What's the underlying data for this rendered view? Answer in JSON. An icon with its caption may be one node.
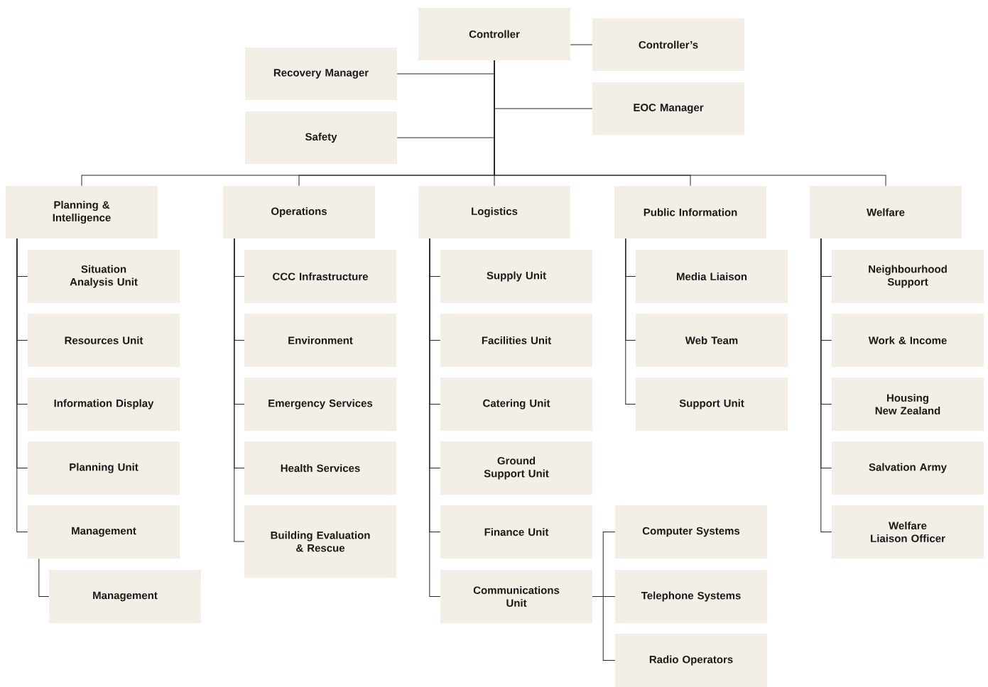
{
  "diagram": {
    "nodes": [
      {
        "text": [
          "Controller"
        ]
      },
      {
        "text": [
          "Controller’s"
        ]
      },
      {
        "text": [
          "Recovery Manager"
        ]
      },
      {
        "text": [
          "EOC Manager"
        ]
      },
      {
        "text": [
          "Safety"
        ]
      },
      {
        "text": [
          "Planning & Intelligence"
        ]
      },
      {
        "text": [
          "Operations"
        ]
      },
      {
        "text": [
          "Logistics"
        ]
      },
      {
        "text": [
          "Public Information"
        ]
      },
      {
        "text": [
          "Welfare"
        ]
      },
      {
        "text": [
          "Situation Analysis Unit"
        ]
      },
      {
        "text": [
          "Resources Unit"
        ]
      },
      {
        "text": [
          "Information Display"
        ]
      },
      {
        "text": [
          "Planning Unit"
        ]
      },
      {
        "text": [
          "Management"
        ]
      },
      {
        "text": [
          "Management"
        ]
      },
      {
        "text": [
          "CCC Infrastructure"
        ]
      },
      {
        "text": [
          "Environment"
        ]
      },
      {
        "text": [
          "Emergency Services"
        ]
      },
      {
        "text": [
          "Health Services"
        ]
      },
      {
        "text": [
          "Building Evaluation & Rescue"
        ]
      },
      {
        "text": [
          "Supply Unit"
        ]
      },
      {
        "text": [
          "Facilities Unit"
        ]
      },
      {
        "text": [
          "Catering Unit"
        ]
      },
      {
        "text": [
          "Ground Support Unit"
        ]
      },
      {
        "text": [
          "Finance Unit"
        ]
      },
      {
        "text": [
          "Communications Unit"
        ]
      },
      {
        "text": [
          "Media Liaison"
        ]
      },
      {
        "text": [
          "Web Team"
        ]
      },
      {
        "text": [
          "Support Unit"
        ]
      },
      {
        "text": [
          "Neighbourhood Support"
        ]
      },
      {
        "text": [
          "Work & Income"
        ]
      },
      {
        "text": [
          "Housing New Zealand"
        ]
      },
      {
        "text": [
          "Salvation Army"
        ]
      },
      {
        "text": [
          "Welfare Liaison Officer"
        ]
      },
      {
        "text": [
          "Computer Systems"
        ]
      },
      {
        "text": [
          "Telephone Systems"
        ]
      },
      {
        "text": [
          "Radio Operators"
        ]
      }
    ],
    "edges": [
      {
        "from": 0,
        "to": 1,
        "arrow": "none"
      },
      {
        "from": 0,
        "to": 2,
        "arrow": "none"
      },
      {
        "from": 0,
        "to": 3,
        "arrow": "none"
      },
      {
        "from": 0,
        "to": 4,
        "arrow": "none"
      },
      {
        "from": 0,
        "to": 5,
        "arrow": "none"
      },
      {
        "from": 0,
        "to": 6,
        "arrow": "none"
      },
      {
        "from": 0,
        "to": 7,
        "arrow": "none"
      },
      {
        "from": 0,
        "to": 8,
        "arrow": "none"
      },
      {
        "from": 0,
        "to": 9,
        "arrow": "none"
      },
      {
        "from": 5,
        "to": 10,
        "arrow": "none"
      },
      {
        "from": 5,
        "to": 11,
        "arrow": "none"
      },
      {
        "from": 5,
        "to": 12,
        "arrow": "none"
      },
      {
        "from": 5,
        "to": 13,
        "arrow": "none"
      },
      {
        "from": 5,
        "to": 14,
        "arrow": "none"
      },
      {
        "from": 14,
        "to": 15,
        "arrow": "none"
      },
      {
        "from": 6,
        "to": 16,
        "arrow": "none"
      },
      {
        "from": 6,
        "to": 17,
        "arrow": "none"
      },
      {
        "from": 6,
        "to": 18,
        "arrow": "none"
      },
      {
        "from": 6,
        "to": 19,
        "arrow": "none"
      },
      {
        "from": 6,
        "to": 20,
        "arrow": "none"
      },
      {
        "from": 7,
        "to": 21,
        "arrow": "none"
      },
      {
        "from": 7,
        "to": 22,
        "arrow": "none"
      },
      {
        "from": 7,
        "to": 23,
        "arrow": "none"
      },
      {
        "from": 7,
        "to": 24,
        "arrow": "none"
      },
      {
        "from": 7,
        "to": 25,
        "arrow": "none"
      },
      {
        "from": 7,
        "to": 26,
        "arrow": "none"
      },
      {
        "from": 8,
        "to": 27,
        "arrow": "none"
      },
      {
        "from": 8,
        "to": 28,
        "arrow": "none"
      },
      {
        "from": 8,
        "to": 29,
        "arrow": "none"
      },
      {
        "from": 9,
        "to": 30,
        "arrow": "none"
      },
      {
        "from": 9,
        "to": 31,
        "arrow": "none"
      },
      {
        "from": 9,
        "to": 32,
        "arrow": "none"
      },
      {
        "from": 9,
        "to": 33,
        "arrow": "none"
      },
      {
        "from": 9,
        "to": 34,
        "arrow": "none"
      },
      {
        "from": 26,
        "to": 35,
        "arrow": "none"
      },
      {
        "from": 26,
        "to": 36,
        "arrow": "none"
      },
      {
        "from": 26,
        "to": 37,
        "arrow": "none"
      }
    ]
  }
}
